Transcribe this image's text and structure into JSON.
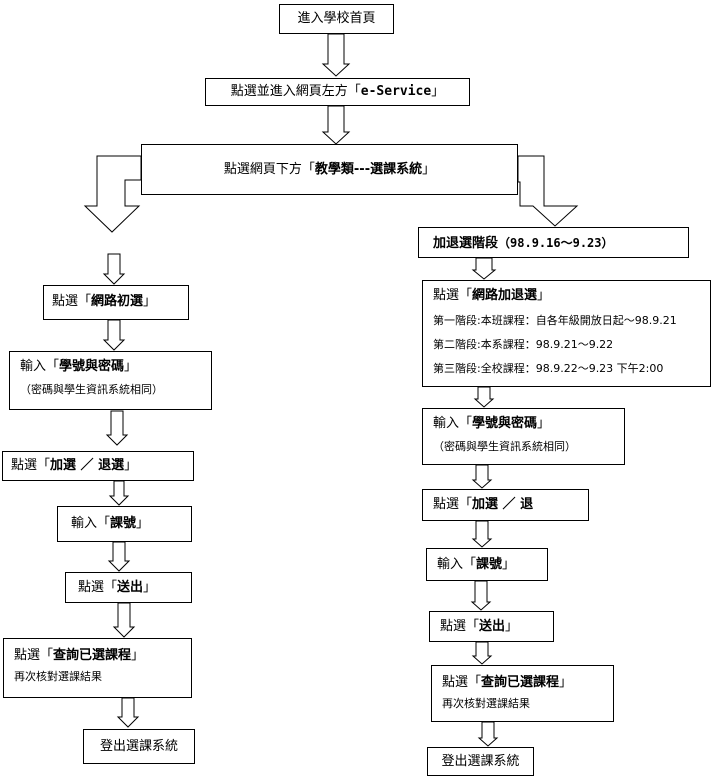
{
  "top": {
    "home": "進入學校首頁",
    "eservice_prefix": "點選並進入網頁左方「",
    "eservice_name": "e-Service",
    "eservice_suffix": "」",
    "system_prefix": "點選網頁下方「",
    "system_name": "教學類---選課系統",
    "system_suffix": "」"
  },
  "left": {
    "initial_prefix": "點選「",
    "initial_name": "網路初選",
    "initial_suffix": "」",
    "login_prefix": "輸入「",
    "login_name": "學號與密碼",
    "login_suffix": "」",
    "login_note": "（密碼與學生資訊系統相同）",
    "adddrop_prefix": "點選「",
    "adddrop_name": "加選 ／ 退選",
    "adddrop_suffix": "」",
    "course_prefix": "輸入「",
    "course_name": "課號",
    "course_suffix": "」",
    "submit_prefix": "點選「",
    "submit_name": "送出",
    "submit_suffix": "」",
    "query_prefix": "點選「",
    "query_name": "查詢已選課程",
    "query_suffix": "」",
    "query_note": "再次核對選課結果",
    "logout": "登出選課系統"
  },
  "right": {
    "phase_title": "加退選階段",
    "phase_dates": "（98.9.16～9.23）",
    "web_prefix": "點選「",
    "web_name": "網路加退選",
    "web_suffix": "」",
    "stages": [
      "第一階段:本班課程：自各年級開放日起～98.9.21",
      "第二階段:本系課程：98.9.21～9.22",
      "第三階段:全校課程：98.9.22～9.23 下午2:00"
    ],
    "login_prefix": "輸入「",
    "login_name": "學號與密碼",
    "login_suffix": "」",
    "login_note": "（密碼與學生資訊系統相同）",
    "adddrop_prefix": "點選「",
    "adddrop_name": "加選 ／ 退",
    "course_prefix": "輸入「",
    "course_name": "課號",
    "course_suffix": "」",
    "submit_prefix": "點選「",
    "submit_name": "送出",
    "submit_suffix": "」",
    "query_prefix": "點選「",
    "query_name": "查詢已選課程",
    "query_suffix": "」",
    "query_note": "再次核對選課結果",
    "logout": "登出選課系統"
  }
}
